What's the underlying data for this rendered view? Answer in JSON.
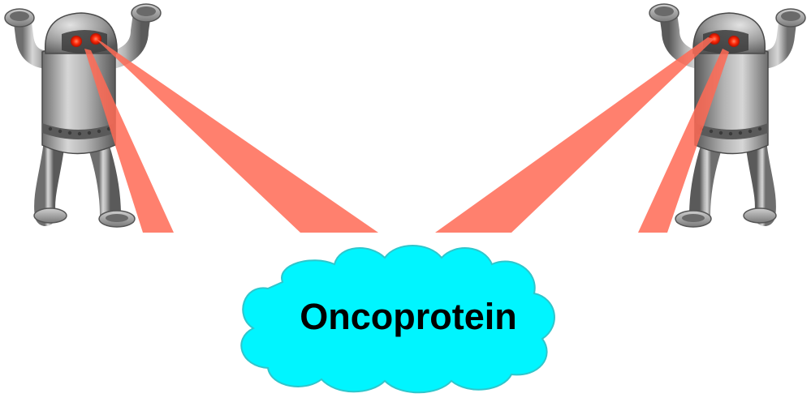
{
  "label": {
    "text": "Oncoprotein"
  },
  "colors": {
    "background": "#ffffff",
    "cloud_fill": "#00f5ff",
    "cloud_stroke": "#2fc6cc",
    "laser": "#ff6a55",
    "eye": "#ff2a0a",
    "robot_light": "#c8c8c8",
    "robot_dark": "#6e6e6e"
  },
  "figures": [
    {
      "name": "robot-left",
      "icon": "robot-icon",
      "facing": "right"
    },
    {
      "name": "robot-right",
      "icon": "robot-icon",
      "facing": "left"
    }
  ]
}
